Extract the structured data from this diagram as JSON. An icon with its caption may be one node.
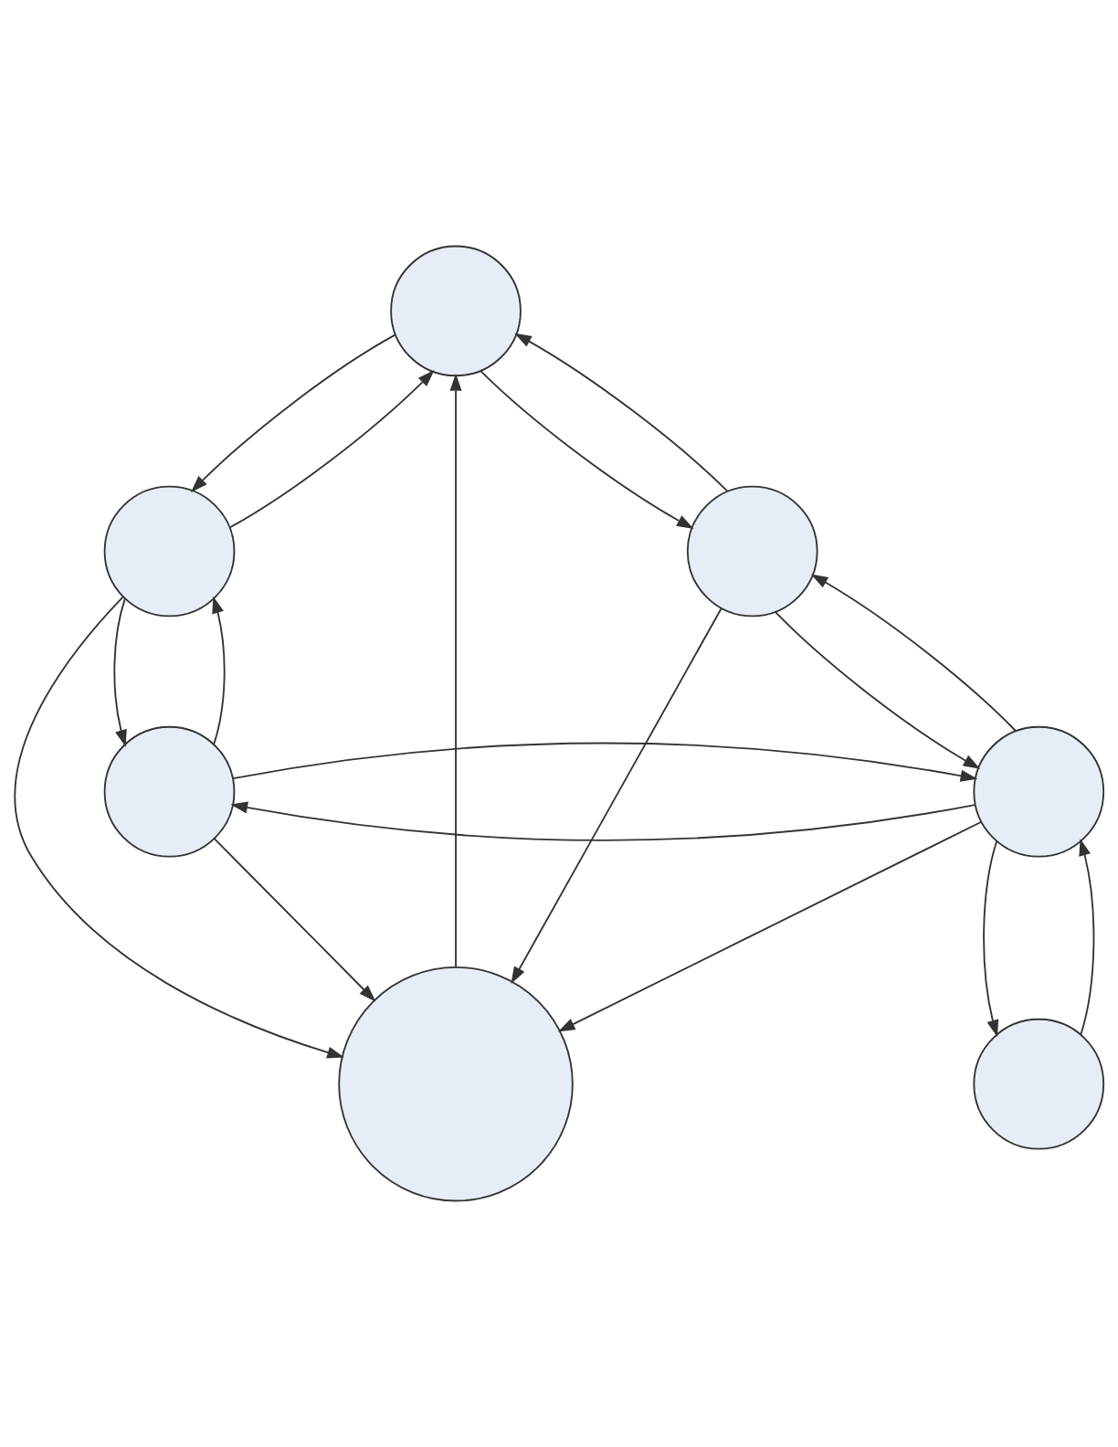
{
  "diagram": {
    "nodes": [
      {
        "text": [],
        "shape": "circle"
      },
      {
        "text": [],
        "shape": "circle"
      },
      {
        "text": [],
        "shape": "circle"
      },
      {
        "text": [],
        "shape": "circle"
      },
      {
        "text": [],
        "shape": "circle"
      },
      {
        "text": [],
        "shape": "circle"
      },
      {
        "text": [],
        "shape": "circle"
      }
    ],
    "edges": [
      {
        "from": 0,
        "to": 1,
        "arrow": "to"
      },
      {
        "from": 1,
        "to": 0,
        "arrow": "to"
      },
      {
        "from": 3,
        "to": 0,
        "arrow": "to"
      },
      {
        "from": 0,
        "to": 2,
        "arrow": "to"
      },
      {
        "from": 2,
        "to": 0,
        "arrow": "to"
      },
      {
        "from": 1,
        "to": 3,
        "arrow": "to"
      },
      {
        "from": 2,
        "to": 3,
        "arrow": "to"
      },
      {
        "from": 4,
        "to": 3,
        "arrow": "to"
      },
      {
        "from": 5,
        "to": 3,
        "arrow": "to"
      },
      {
        "from": 1,
        "to": 4,
        "arrow": "to"
      },
      {
        "from": 4,
        "to": 1,
        "arrow": "to"
      },
      {
        "from": 2,
        "to": 5,
        "arrow": "to"
      },
      {
        "from": 5,
        "to": 2,
        "arrow": "to"
      },
      {
        "from": 5,
        "to": 4,
        "arrow": "to"
      },
      {
        "from": 4,
        "to": 5,
        "arrow": "to"
      },
      {
        "from": 5,
        "to": 6,
        "arrow": "to"
      },
      {
        "from": 6,
        "to": 5,
        "arrow": "to"
      }
    ]
  }
}
